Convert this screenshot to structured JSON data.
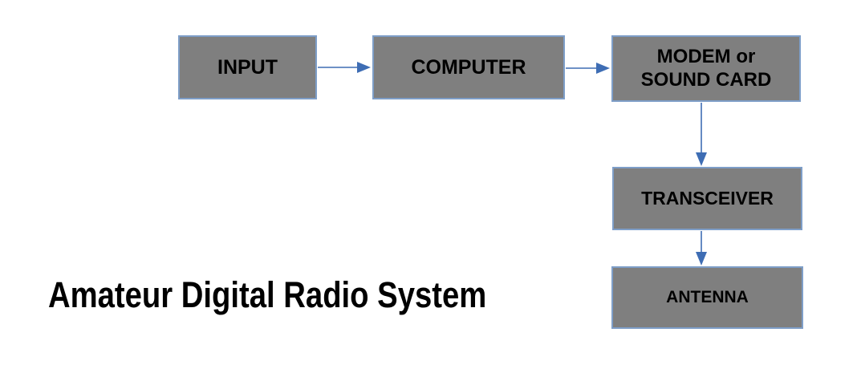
{
  "diagram": {
    "title": "Amateur Digital Radio System",
    "boxes": [
      {
        "id": "input",
        "label": "INPUT"
      },
      {
        "id": "computer",
        "label": "COMPUTER"
      },
      {
        "id": "modem",
        "label": "MODEM or\nSOUND CARD"
      },
      {
        "id": "transceiver",
        "label": "TRANSCEIVER"
      },
      {
        "id": "antenna",
        "label": "ANTENNA"
      }
    ],
    "connections": [
      {
        "from": "INPUT",
        "to": "COMPUTER",
        "direction": "right"
      },
      {
        "from": "COMPUTER",
        "to": "MODEM or SOUND CARD",
        "direction": "right"
      },
      {
        "from": "MODEM or SOUND CARD",
        "to": "TRANSCEIVER",
        "direction": "down"
      },
      {
        "from": "TRANSCEIVER",
        "to": "ANTENNA",
        "direction": "down"
      }
    ],
    "colors": {
      "box_fill": "#7f7f7f",
      "box_border": "#7e9ec8",
      "arrow": "#3e6db4",
      "text": "#000000",
      "background": "#ffffff"
    }
  }
}
